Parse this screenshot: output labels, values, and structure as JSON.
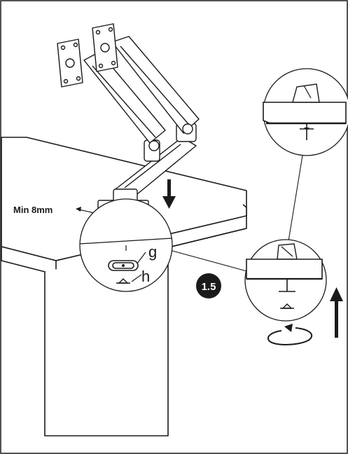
{
  "labels": {
    "min_thickness": "Min 8mm",
    "part_g": "g",
    "part_h": "h",
    "step": "1.5"
  },
  "colors": {
    "line": "#1a1a1a",
    "background": "#ffffff",
    "badge_fill": "#1a1a1a",
    "badge_text": "#ffffff"
  },
  "icons": {
    "down_arrow": "arrow-down-icon",
    "up_arrow": "arrow-up-icon",
    "rotate": "rotate-icon"
  }
}
